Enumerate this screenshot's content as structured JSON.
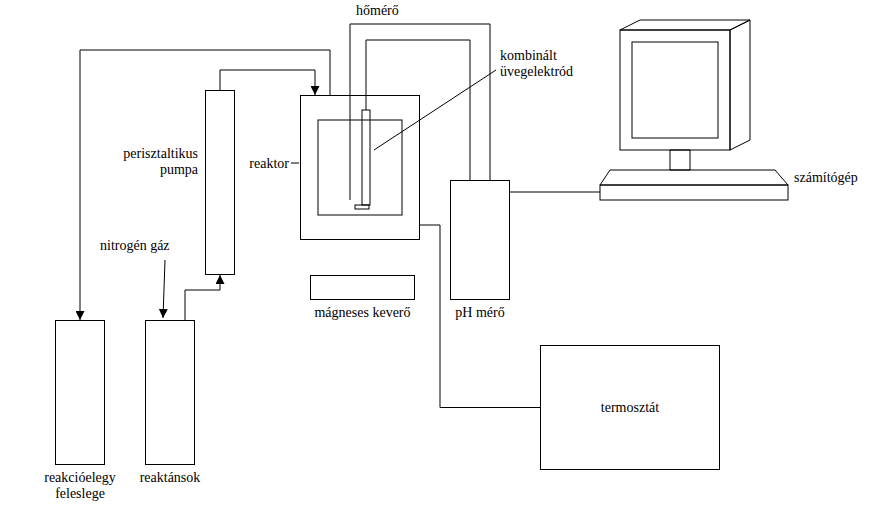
{
  "diagram": {
    "nodes": [
      {
        "text": [
          "perisztaltikus pumpa"
        ]
      },
      {
        "text": [
          "reaktor"
        ]
      },
      {
        "text": [
          "mágneses keverő"
        ]
      },
      {
        "text": [
          "pH mérő"
        ]
      },
      {
        "text": [
          "számítógép"
        ]
      },
      {
        "text": [
          "termosztát"
        ]
      },
      {
        "text": [
          "reakcióelegy feleslege"
        ]
      },
      {
        "text": [
          "reaktánsok"
        ]
      }
    ],
    "edges": [
      {
        "from": 7,
        "to": 0,
        "arrow": "to"
      },
      {
        "from": 0,
        "to": 1,
        "arrow": "to"
      },
      {
        "from": 1,
        "to": 6,
        "arrow": "to"
      },
      {
        "from": 1,
        "to": 5,
        "arrow": "none"
      },
      {
        "from": 3,
        "to": 4,
        "arrow": "none"
      }
    ],
    "labels": [
      "hőmérő",
      "kombinált üvegelektród",
      "nitrogén gáz"
    ]
  }
}
